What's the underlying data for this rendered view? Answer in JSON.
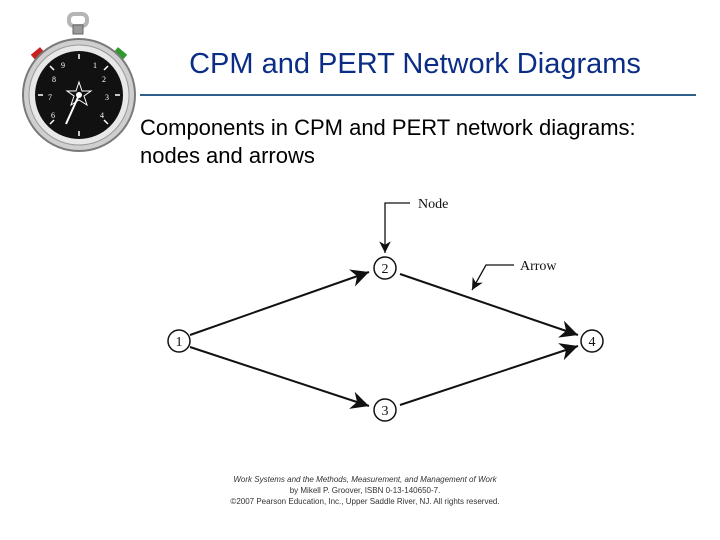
{
  "slide": {
    "title": "CPM and PERT Network Diagrams",
    "body": "Components in CPM and PERT network diagrams: nodes and arrows"
  },
  "diagram": {
    "nodes": [
      {
        "id": "1",
        "label": "1"
      },
      {
        "id": "2",
        "label": "2"
      },
      {
        "id": "3",
        "label": "3"
      },
      {
        "id": "4",
        "label": "4"
      }
    ],
    "arrows": [
      {
        "from": "1",
        "to": "2"
      },
      {
        "from": "1",
        "to": "3"
      },
      {
        "from": "2",
        "to": "4"
      },
      {
        "from": "3",
        "to": "4"
      }
    ],
    "callouts": {
      "node": "Node",
      "arrow": "Arrow"
    }
  },
  "citation": {
    "line1": "Work Systems and the Methods, Measurement, and Management of Work",
    "line2": "by Mikell P. Groover, ISBN 0-13-140650-7.",
    "line3": "©2007 Pearson Education, Inc., Upper Saddle River, NJ.  All rights reserved."
  },
  "colors": {
    "title": "#0b2d86",
    "rule": "#2f5f8a"
  },
  "icons": {
    "corner": "stopwatch-icon"
  }
}
